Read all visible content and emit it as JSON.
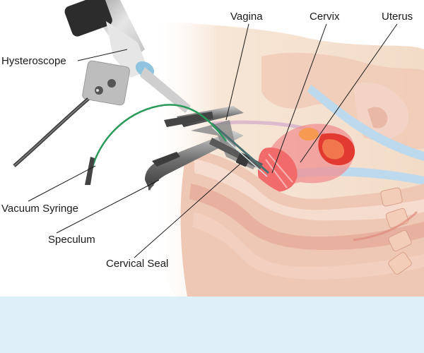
{
  "labels": {
    "hysteroscope": "Hysteroscope",
    "vagina": "Vagina",
    "cervix": "Cervix",
    "uterus": "Uterus",
    "vacuum_syringe": "Vacuum Syringe",
    "speculum": "Speculum",
    "cervical_seal": "Cervical Seal"
  },
  "colors": {
    "bottom_band": "#dfeff8",
    "tissue_base": "#f4e0cf",
    "uterus": "#e8676b",
    "tube": "#2a9a5a",
    "instrument_dark": "#555555",
    "instrument_light": "#d8d8d8",
    "blue_band": "#bcd9ee"
  }
}
